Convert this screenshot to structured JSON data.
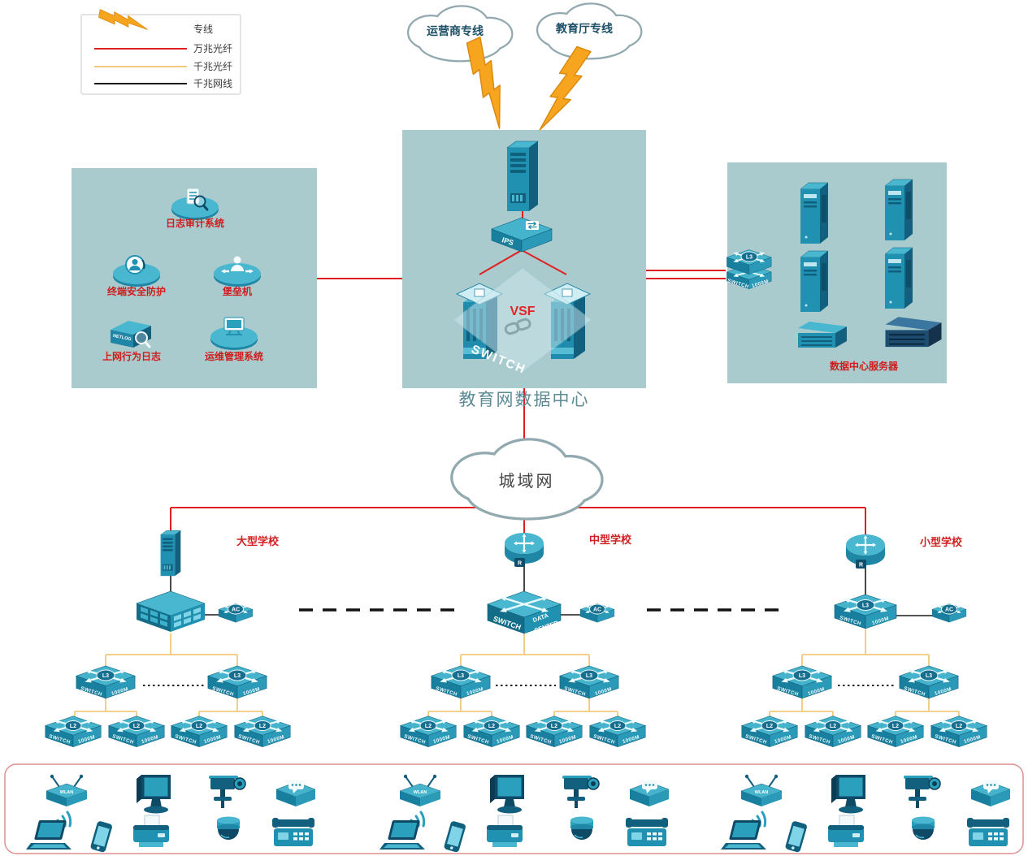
{
  "legend": {
    "items": [
      {
        "label": "专线",
        "type": "lightning",
        "color": "#F7A41F"
      },
      {
        "label": "万兆光纤",
        "type": "line",
        "color": "#E02020"
      },
      {
        "label": "千兆光纤",
        "type": "line",
        "color": "#F2CA7E"
      },
      {
        "label": "千兆网线",
        "type": "line",
        "color": "#1C1C1C"
      }
    ]
  },
  "clouds": {
    "carrier": "运营商专线",
    "education": "教育厅专线",
    "man": "城域网"
  },
  "datacenter": {
    "title": "教育网数据中心",
    "ips_label": "IPS",
    "vsf_label": "VSF",
    "switch_label": "SWITCH"
  },
  "security_zone": {
    "log_audit": "日志审计系统",
    "terminal_security": "终端安全防护",
    "bastion": "堡垒机",
    "net_behavior": "上网行为日志",
    "netlog_label": "NETLOG",
    "ops_mgmt": "运维管理系统"
  },
  "server_zone": {
    "title": "数据中心服务器"
  },
  "schools": {
    "large": "大型学校",
    "medium": "中型学校",
    "small": "小型学校"
  },
  "devices": {
    "l3": "L3",
    "l2": "L2",
    "ac": "AC",
    "r": "R",
    "switch": "SWITCH",
    "m1000": "1000M",
    "dc_line1": "DATA",
    "dc_line2": "CENTER",
    "wlan": "WLAN"
  }
}
